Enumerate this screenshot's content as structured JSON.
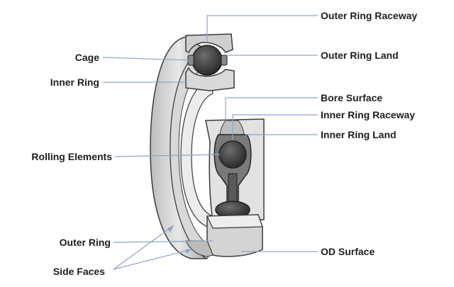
{
  "diagram": {
    "labels": {
      "outer_ring_raceway": "Outer Ring Raceway",
      "cage": "Cage",
      "outer_ring_land": "Outer Ring Land",
      "inner_ring": "Inner Ring",
      "bore_surface": "Bore Surface",
      "inner_ring_raceway": "Inner Ring Raceway",
      "inner_ring_land": "Inner Ring Land",
      "rolling_elements": "Rolling Elements",
      "outer_ring": "Outer Ring",
      "od_surface": "OD Surface",
      "side_faces": "Side Faces"
    },
    "colors": {
      "leader_line": "#8aa6c8",
      "metal_light": "#e6e6e6",
      "metal_mid": "#c9c9c9",
      "metal_dark": "#9a9a9a",
      "ball": "#3c3c3c",
      "outline": "#3a3a3a"
    }
  }
}
